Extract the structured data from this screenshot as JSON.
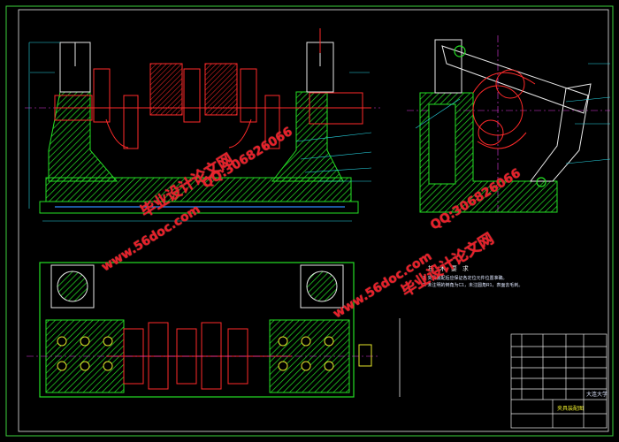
{
  "drawing": {
    "sheet_label": "CAD fixture assembly drawing",
    "tech_requirements": {
      "title": "技 术 要 求",
      "lines": [
        "1. 夹具装配后应保证各定位元件位置准确。",
        "2. 未注明的倒角为C1，未注圆角R1，表面去毛刺。"
      ]
    },
    "title_block": {
      "drawing_name": "夹具装配图",
      "school": "大连大学"
    }
  },
  "watermarks": {
    "url": "www.56doc.com",
    "qq": "QQ:306826066",
    "site_cn": "毕业设计论文网"
  },
  "colors": {
    "background": "#000000",
    "border": "#3bd23b",
    "part_red": "#ff2a2a",
    "hatch_green": "#25e025",
    "blue": "#2d8cff",
    "cyan": "#27d8e6",
    "white": "#e8e8e8",
    "magenta": "#e23be2",
    "yellow": "#e6e62a"
  }
}
